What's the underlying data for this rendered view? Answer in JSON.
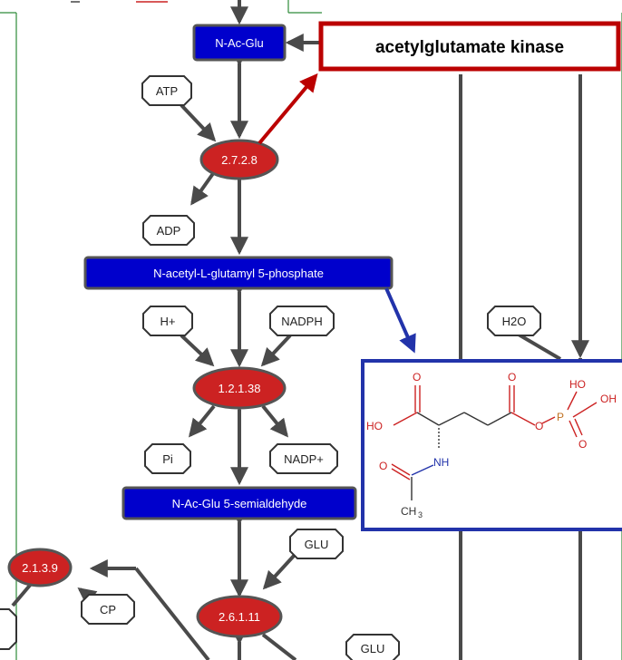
{
  "callout": {
    "label": "acetylglutamate kinase"
  },
  "metabolites": {
    "n_ac_glu": "N-Ac-Glu",
    "n_acetyl_glutamyl_phosphate": "N-acetyl-L-glutamyl 5-phosphate",
    "n_ac_glu_semialdehyde": "N-Ac-Glu 5-semialdehyde"
  },
  "enzymes": {
    "e_2728": "2.7.2.8",
    "e_12138": "1.2.1.38",
    "e_21311": "2.6.1.11",
    "e_2139": "2.1.3.9"
  },
  "cofactors": {
    "atp": "ATP",
    "adp": "ADP",
    "h_plus": "H+",
    "nadph": "NADPH",
    "pi": "Pi",
    "nadp_plus": "NADP+",
    "glu_1": "GLU",
    "glu_2": "GLU",
    "cp": "CP",
    "h2o": "H2O"
  },
  "structure": {
    "atoms": {
      "o_top1": "O",
      "ho_left": "HO",
      "nh": "NH",
      "o_left": "O",
      "ch": "CH",
      "ch_sub": "3",
      "o_top2": "O",
      "o_ester": "O",
      "ho_p": "HO",
      "oh_p": "OH",
      "p": "P",
      "o_p": "O"
    }
  },
  "colors": {
    "metabolite_fill": "#0000cc",
    "enzyme_fill": "#cc2222",
    "callout_border": "#bb0000",
    "structure_border": "#2233aa",
    "arrow": "#4a4a4a",
    "frame": "#2e8b3a"
  }
}
